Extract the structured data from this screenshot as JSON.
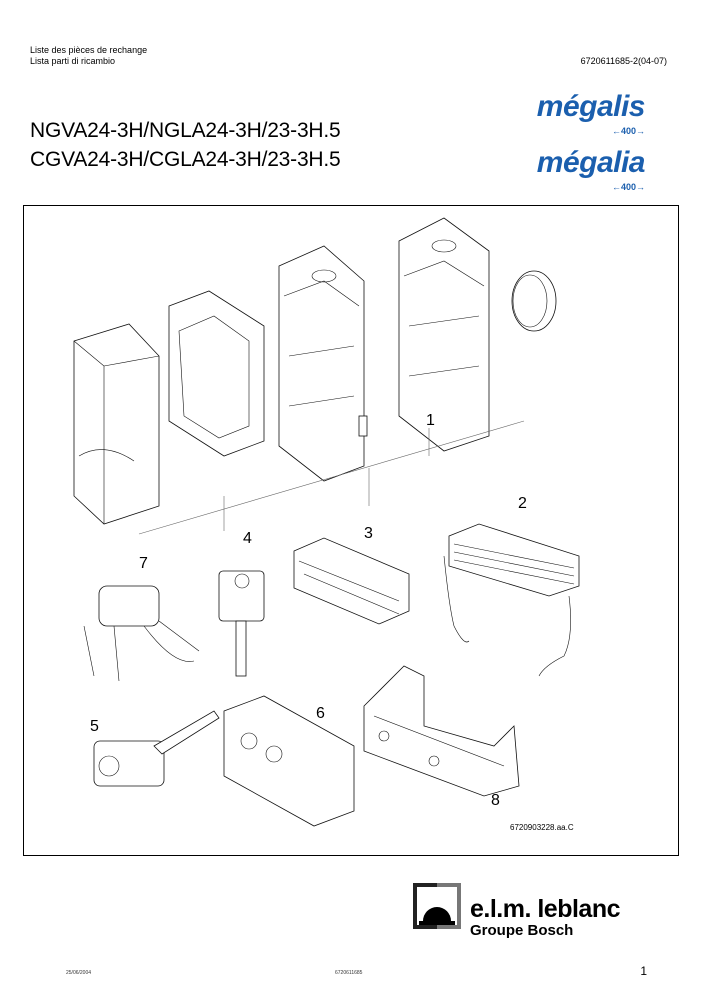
{
  "header": {
    "line1": "Liste des pièces de rechange",
    "line2": "Lista parti di ricambio",
    "doc_ref": "6720611685-2(04-07)"
  },
  "title": {
    "line1": "NGVA24-3H/NGLA24-3H/23-3H.5",
    "line2": "CGVA24-3H/CGLA24-3H/23-3H.5"
  },
  "brands": [
    {
      "name": "mégalis",
      "badge": "400"
    },
    {
      "name": "mégalia",
      "badge": "400"
    }
  ],
  "figure": {
    "callouts": [
      "1",
      "2",
      "3",
      "4",
      "5",
      "6",
      "7",
      "8"
    ],
    "reference": "6720903228.aa.C"
  },
  "footer": {
    "date": "25/06/2004",
    "code": "6720611685",
    "company": "e.l.m. leblanc",
    "group": "Groupe Bosch",
    "page": "1"
  }
}
